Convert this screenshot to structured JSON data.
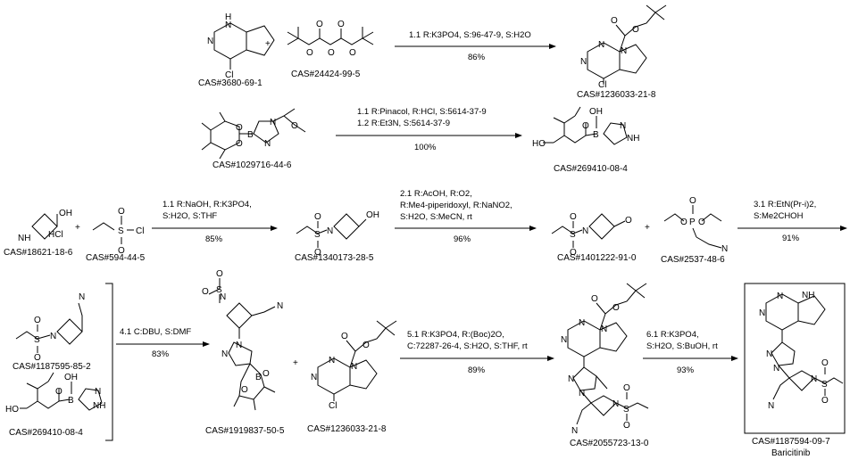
{
  "compounds": {
    "c1": "CAS#3680-69-1",
    "c2": "CAS#24424-99-5",
    "c3": "CAS#1236033-21-8",
    "c4": "CAS#1029716-44-6",
    "c5": "CAS#269410-08-4",
    "c6": "CAS#18621-18-6",
    "c7": "CAS#594-44-5",
    "c8": "CAS#1340173-28-5",
    "c9": "CAS#1401222-91-0",
    "c10": "CAS#2537-48-6",
    "c11": "CAS#1187595-85-2",
    "c12": "CAS#269410-08-4",
    "c13": "CAS#1919837-50-5",
    "c14": "CAS#1236033-21-8",
    "c15": "CAS#2055723-13-0",
    "c16": "CAS#1187594-09-7",
    "c16_name": "Baricitinib"
  },
  "plus": "+",
  "hcl": "HCl",
  "steps": {
    "s1": {
      "line1": "1.1  R:K3PO4, S:96-47-9, S:H2O",
      "yield": "86%"
    },
    "s2": {
      "line1": "1.1  R:Pinacol, R:HCl, S:5614-37-9",
      "line2": "1.2  R:Et3N, S:5614-37-9",
      "yield": "100%"
    },
    "s3": {
      "line1": "1.1  R:NaOH, R:K3PO4,",
      "line2": "S:H2O, S:THF",
      "yield": "85%"
    },
    "s4": {
      "line1": "2.1  R:AcOH, R:O2,",
      "line2": "R:Me4-piperidoxyl, R:NaNO2,",
      "line3": "S:H2O, S:MeCN, rt",
      "yield": "96%"
    },
    "s5": {
      "line1": "3.1  R:EtN(Pr-i)2,",
      "line2": "S:Me2CHOH",
      "yield": "91%"
    },
    "s6": {
      "line1": "4.1  C:DBU, S:DMF",
      "yield": "83%"
    },
    "s7": {
      "line1": "5.1  R:K3PO4, R:(Boc)2O,",
      "line2": "C:72287-26-4, S:H2O, S:THF, rt",
      "yield": "89%"
    },
    "s8": {
      "line1": "6.1  R:K3PO4,",
      "line2": "S:H2O, S:BuOH, rt",
      "yield": "93%"
    }
  },
  "atoms": {
    "N": "N",
    "H": "H",
    "Cl": "Cl",
    "O": "O",
    "B": "B",
    "S": "S",
    "P": "P",
    "NH": "NH",
    "OH": "OH",
    "HO": "HO"
  }
}
